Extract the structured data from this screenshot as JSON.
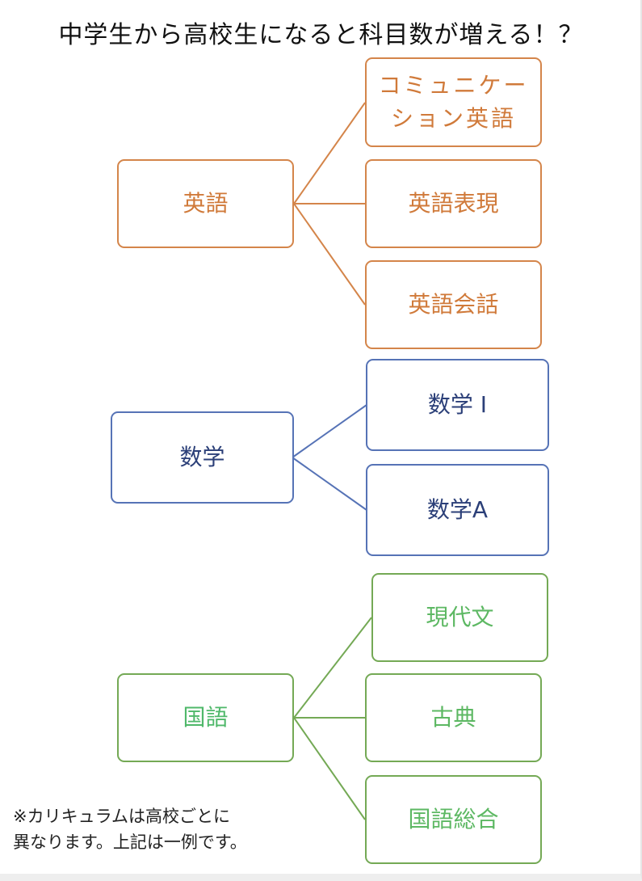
{
  "title": "中学生から高校生になると科目数が増える！？",
  "colors": {
    "english": "#d4854a",
    "math": "#5673b6",
    "japanese": "#74a955"
  },
  "groups": [
    {
      "parent": "英語",
      "children": [
        "コミュニケーション英語",
        "英語表現",
        "英語会話"
      ]
    },
    {
      "parent": "数学",
      "children": [
        "数学 I",
        "数学A"
      ]
    },
    {
      "parent": "国語",
      "children": [
        "現代文",
        "古典",
        "国語総合"
      ]
    }
  ],
  "comm_english_lines": [
    "コミュニケー",
    "ション英語"
  ],
  "note": {
    "line1": "※カリキュラムは高校ごとに",
    "line2": "異なります。上記は一例です。"
  }
}
